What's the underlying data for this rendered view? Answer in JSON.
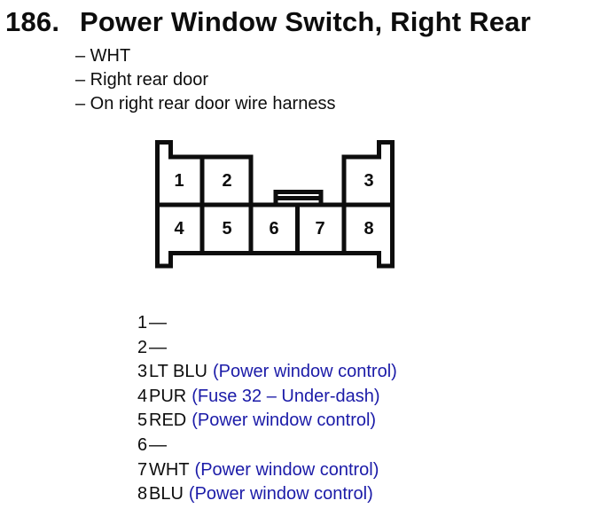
{
  "theme": {
    "ink": "#0d0d0d",
    "blue": "#1b1ba8",
    "bg": "#ffffff"
  },
  "header": {
    "number": "186.",
    "title": "Power Window Switch, Right Rear",
    "bullets": [
      "– WHT",
      "– Right rear door",
      "– On right rear door wire harness"
    ]
  },
  "connector": {
    "cells": [
      "1",
      "2",
      "3",
      "4",
      "5",
      "6",
      "7",
      "8"
    ]
  },
  "pins": [
    {
      "num": "1",
      "wire": "—",
      "note": ""
    },
    {
      "num": "2",
      "wire": "—",
      "note": ""
    },
    {
      "num": "3",
      "wire": "LT BLU",
      "note": "(Power window control)"
    },
    {
      "num": "4",
      "wire": "PUR",
      "note": "(Fuse 32 – Under-dash)"
    },
    {
      "num": "5",
      "wire": "RED",
      "note": "(Power window control)"
    },
    {
      "num": "6",
      "wire": "—",
      "note": ""
    },
    {
      "num": "7",
      "wire": "WHT",
      "note": "(Power window control)"
    },
    {
      "num": "8",
      "wire": "BLU",
      "note": "(Power window control)"
    }
  ]
}
